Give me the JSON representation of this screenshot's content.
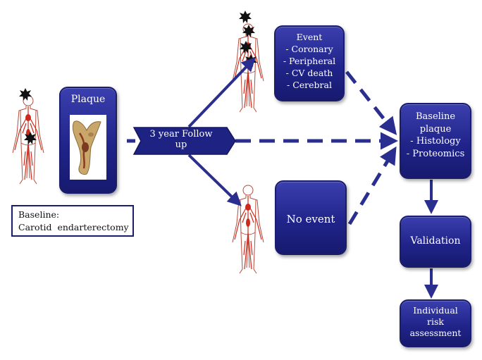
{
  "plaque": {
    "title": "Plaque"
  },
  "followup": {
    "line1": "3 year Follow",
    "line2": "up"
  },
  "event": {
    "title": "Event",
    "items": [
      "- Coronary",
      "- Peripheral",
      "- CV death",
      "- Cerebral"
    ]
  },
  "no_event": {
    "label": "No event"
  },
  "baseline_plaque": {
    "line1": "Baseline",
    "line2": "plaque",
    "items": [
      "- Histology",
      "- Proteomics"
    ]
  },
  "validation": {
    "label": "Validation"
  },
  "risk": {
    "line1": "Individual",
    "line2": "risk",
    "line3": "assessment"
  },
  "baseline_label": {
    "line1": "Baseline:",
    "line2": "Carotid  endarterectomy"
  },
  "colors": {
    "box": "#20248a",
    "arrow": "#2a2e8e",
    "artery": "#cc2a1c",
    "body_outline": "#b84a3a"
  }
}
